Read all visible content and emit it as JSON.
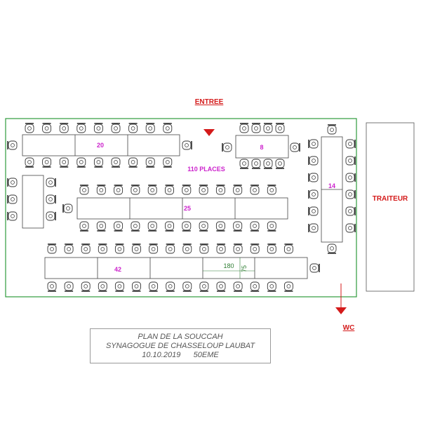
{
  "labels": {
    "entrance": "ENTREE",
    "caterer": "TRAITEUR",
    "wc": "WC",
    "capacity": "110 PLACES"
  },
  "tables": [
    {
      "id": "t20",
      "number": "20"
    },
    {
      "id": "t8",
      "number": "8"
    },
    {
      "id": "t14",
      "number": "14"
    },
    {
      "id": "t25",
      "number": "25"
    },
    {
      "id": "t42",
      "number": "42"
    }
  ],
  "dimensions": {
    "length": "180",
    "width": "75"
  },
  "title_block": {
    "line1": "PLAN DE LA SOUCCAH",
    "line2": "SYNAGOGUE DE CHASSELOUP LAUBAT",
    "line3": "10.10.2019      50EME"
  },
  "colors": {
    "wall": "#2e9b3c",
    "arrow": "#d41a1a",
    "table_number": "#cc22cc",
    "chair": "#333333"
  }
}
